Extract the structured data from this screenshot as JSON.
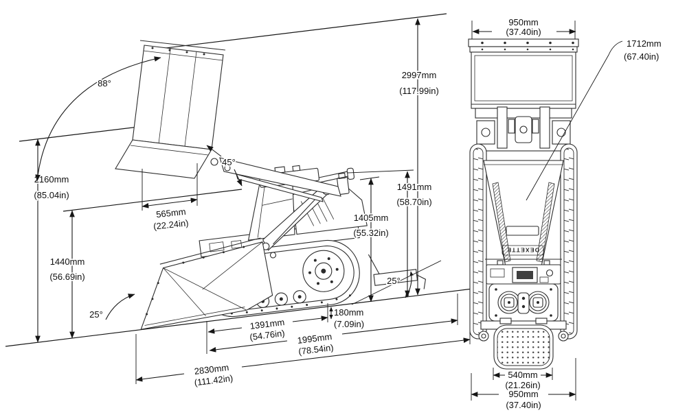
{
  "side_view": {
    "overall_height": {
      "mm": "2997mm",
      "inch": "(117.99in)"
    },
    "dump_height": {
      "mm": "2160mm",
      "inch": "(85.04in)"
    },
    "load_height": {
      "mm": "1440mm",
      "inch": "(56.69in)"
    },
    "dump_reach": {
      "mm": "565mm",
      "inch": "(22.24in)"
    },
    "top_height": {
      "mm": "1491mm",
      "inch": "(58.70in)"
    },
    "handle_height": {
      "mm": "1405mm",
      "inch": "(55.32in)"
    },
    "ground_clearance": {
      "mm": "180mm",
      "inch": "(7.09in)"
    },
    "track_length": {
      "mm": "1391mm",
      "inch": "(54.76in)"
    },
    "body_length": {
      "mm": "1995mm",
      "inch": "(78.54in)"
    },
    "overall_length": {
      "mm": "2830mm",
      "inch": "(111.42in)"
    },
    "dump_angle": "88°",
    "rollback_angle": "45°",
    "bucket_tilt_angle": "25°",
    "departure_angle": "25°"
  },
  "top_view": {
    "width_top": {
      "mm": "950mm",
      "inch": "(37.40in)"
    },
    "machine_length": {
      "mm": "1712mm",
      "inch": "(67.40in)"
    },
    "platform_width": {
      "mm": "540mm",
      "inch": "(21.26in)"
    },
    "width_bottom": {
      "mm": "950mm",
      "inch": "(37.40in)"
    },
    "brand": "DEXETTE"
  }
}
